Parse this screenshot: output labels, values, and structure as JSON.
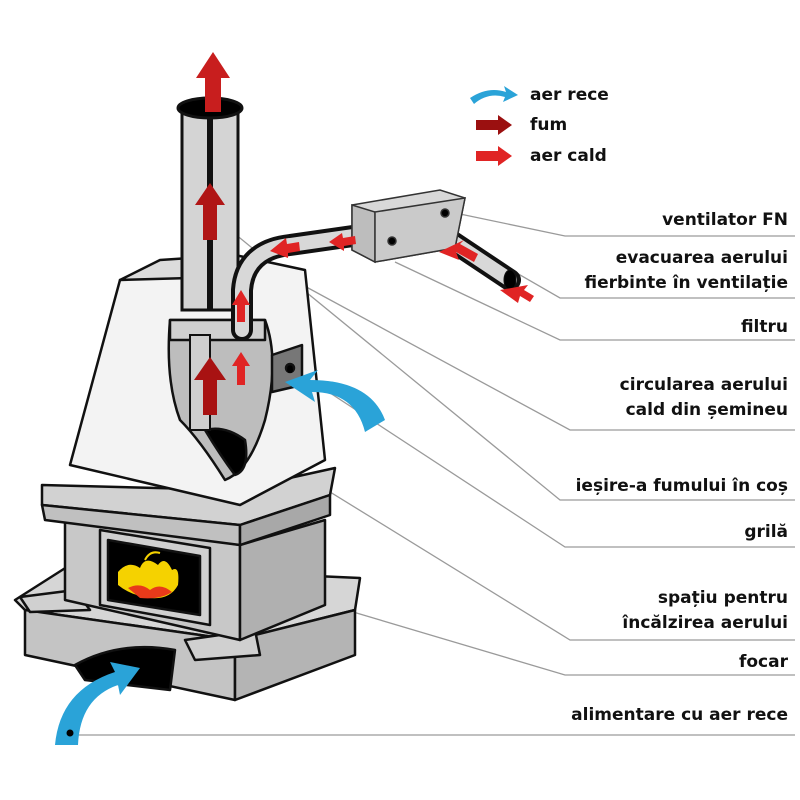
{
  "colors": {
    "cold_air": "#2aa3d8",
    "smoke": "#9b1010",
    "hot_air": "#e02424",
    "masonry": "#c8c8c8",
    "leader_line": "#9a9a9a"
  },
  "legend": [
    {
      "icon": "cold-air-arrow-icon",
      "label": "aer rece"
    },
    {
      "icon": "smoke-arrow-icon",
      "label": "fum"
    },
    {
      "icon": "hot-air-arrow-icon",
      "label": "aer cald"
    }
  ],
  "labels": {
    "fan": "ventilator FN",
    "hot_air_exhaust_line1": "evacuarea aerului",
    "hot_air_exhaust_line2": "fierbinte în ventilație",
    "filter": "filtru",
    "hot_air_circulation_line1": "circularea aerului",
    "hot_air_circulation_line2": "cald din șemineu",
    "smoke_exit": "ieșire-a fumului în coș",
    "grille": "grilă",
    "air_heating_space_line1": "spațiu pentru",
    "air_heating_space_line2": "încălzirea aerului",
    "firebox": "focar",
    "cold_air_supply": "alimentare cu aer rece"
  }
}
